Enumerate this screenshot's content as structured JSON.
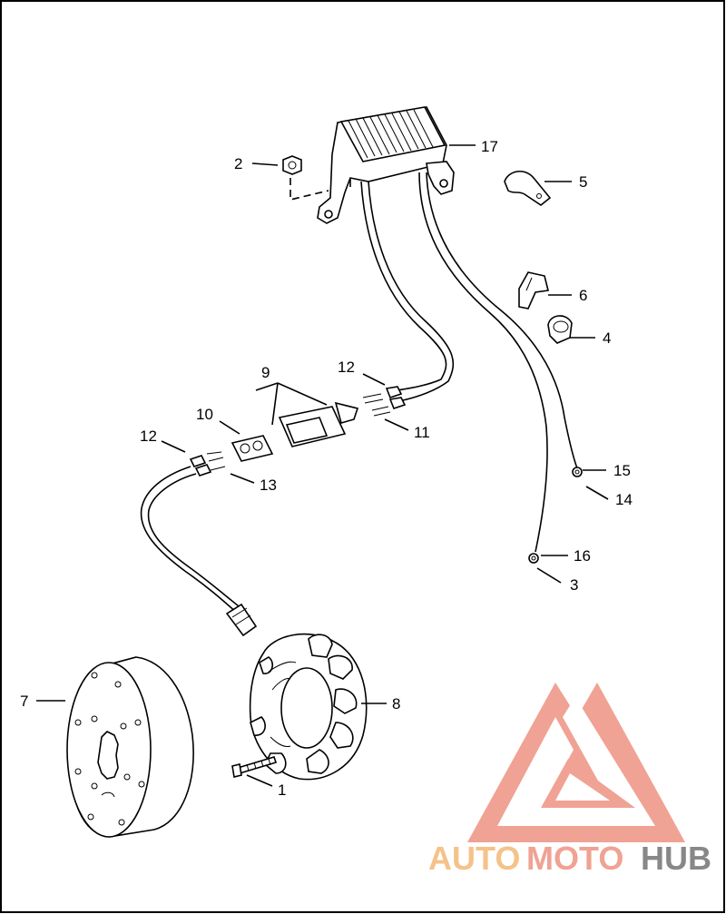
{
  "callouts": [
    {
      "id": "c1",
      "text": "1"
    },
    {
      "id": "c2",
      "text": "2"
    },
    {
      "id": "c3",
      "text": "3"
    },
    {
      "id": "c4",
      "text": "4"
    },
    {
      "id": "c5",
      "text": "5"
    },
    {
      "id": "c6",
      "text": "6"
    },
    {
      "id": "c7",
      "text": "7"
    },
    {
      "id": "c8",
      "text": "8"
    },
    {
      "id": "c9",
      "text": "9"
    },
    {
      "id": "c10",
      "text": "10"
    },
    {
      "id": "c11",
      "text": "11"
    },
    {
      "id": "c12a",
      "text": "12"
    },
    {
      "id": "c12b",
      "text": "12"
    },
    {
      "id": "c13",
      "text": "13"
    },
    {
      "id": "c14",
      "text": "14"
    },
    {
      "id": "c15",
      "text": "15"
    },
    {
      "id": "c16",
      "text": "16"
    },
    {
      "id": "c17",
      "text": "17"
    }
  ],
  "watermark": {
    "part1": "AUTO",
    "part2": "MOTO",
    "part3": "HUB",
    "colors": {
      "auto": "#f5c28a",
      "moto": "#f0a294",
      "hub": "#888888",
      "logo": "#f0a294"
    }
  }
}
